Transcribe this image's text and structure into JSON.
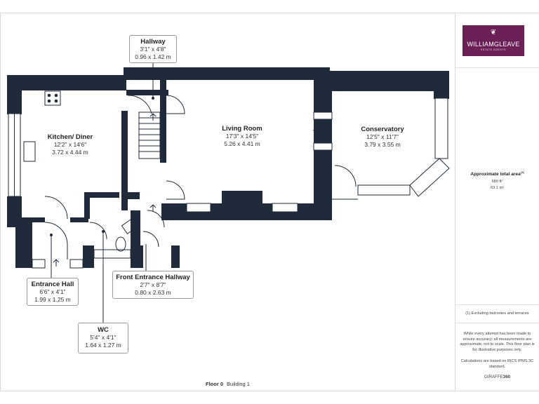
{
  "brand": {
    "name": "WILLIAMGLEAVE",
    "tagline": "ESTATE AGENTS",
    "color": "#6b2055"
  },
  "area": {
    "heading": "Approximate total area",
    "heading_mark": "(1)",
    "sqft": "680 ft²",
    "sqm": "63.1 m²"
  },
  "notes": {
    "exclusion": "(1) Excluding balconies and terraces",
    "disclaimer": "While every attempt has been made to ensure accuracy, all measurements are approximate, not to scale. This floor plan is for illustrative purposes only.",
    "calc": "Calculations are based on RICS IPMS 3C standard.",
    "credit_a": "GIRAFFE",
    "credit_b": "360"
  },
  "floor": {
    "label": "Floor 0",
    "building": "Building 1"
  },
  "rooms": [
    {
      "name": "Kitchen/ Diner",
      "imperial": "12'2\" x 14'6\"",
      "metric": "3.72 x 4.44 m"
    },
    {
      "name": "Living Room",
      "imperial": "17'3\" x 14'5\"",
      "metric": "5.26 x 4.41 m"
    },
    {
      "name": "Conservatory",
      "imperial": "12'5\" x 11'7\"",
      "metric": "3.79 x 3.55 m"
    },
    {
      "name": "Hallway",
      "imperial": "3'1\" x 4'8\"",
      "metric": "0.96 x 1.42 m"
    },
    {
      "name": "Entrance Hall",
      "imperial": "6'6\" x 4'1\"",
      "metric": "1.99 x 1.25 m"
    },
    {
      "name": "Front Entrance Hallway",
      "imperial": "2'7\" x 8'7\"",
      "metric": "0.80 x 2.63 m"
    },
    {
      "name": "WC",
      "imperial": "5'4\" x 4'1\"",
      "metric": "1.64 x 1.27 m"
    }
  ]
}
